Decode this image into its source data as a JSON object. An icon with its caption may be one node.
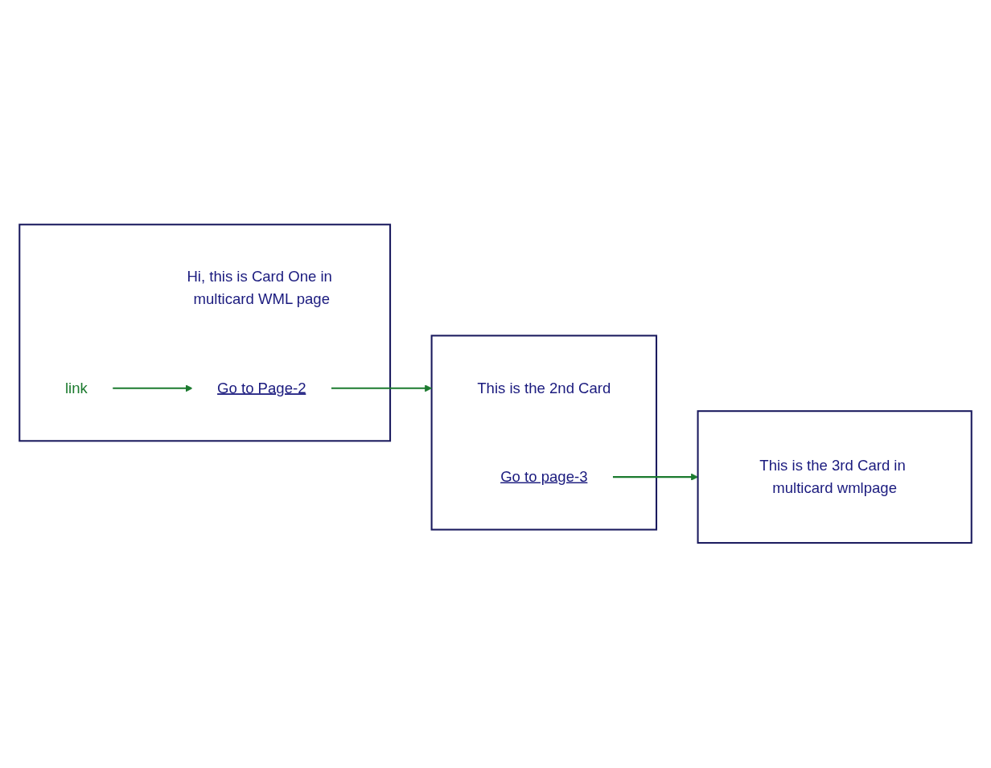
{
  "diagram": {
    "nodes": [
      {
        "text": [],
        "shape": "box"
      },
      {
        "text": [
          "Hi, this is Card One in multicard WML page"
        ],
        "in": 0
      },
      {
        "text": [
          "Go to Page-2"
        ],
        "in": 0
      },
      {
        "text": [
          "link"
        ],
        "in": 0
      },
      {
        "text": [],
        "shape": "box"
      },
      {
        "text": [
          "This is the 2nd Card"
        ],
        "in": 4
      },
      {
        "text": [
          "Go to page-3"
        ],
        "in": 4
      },
      {
        "text": [],
        "shape": "box"
      },
      {
        "text": [
          "This is the 3rd Card in multicard wmlpage"
        ],
        "in": 7
      }
    ],
    "edges": [
      {
        "from": 3,
        "to": 2,
        "arrow": "to"
      },
      {
        "from": 2,
        "to": 4,
        "arrow": "to"
      },
      {
        "from": 6,
        "to": 7,
        "arrow": "to"
      }
    ]
  }
}
